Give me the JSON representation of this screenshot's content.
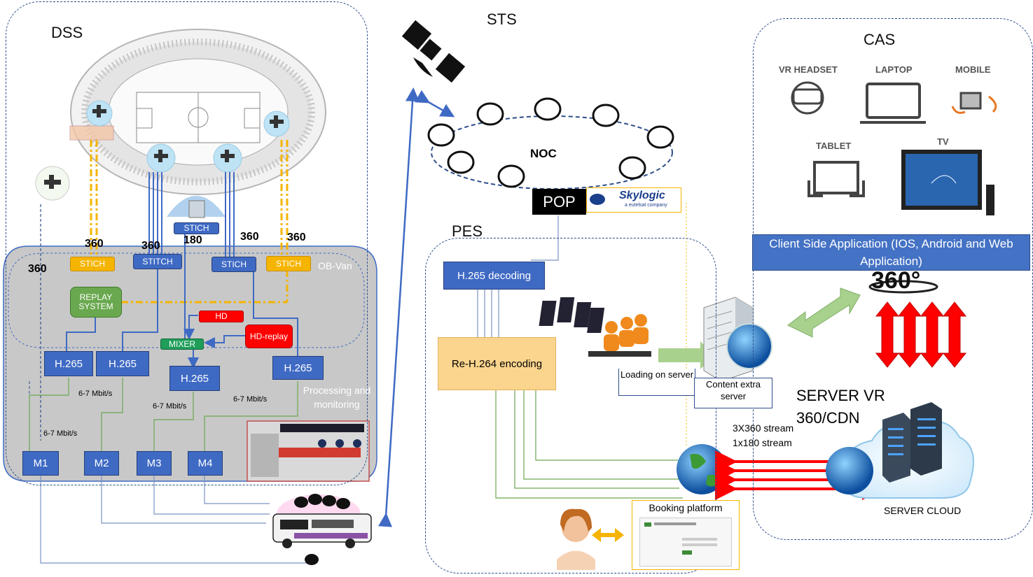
{
  "regions": {
    "dss": "DSS",
    "sts": "STS",
    "cas": "CAS",
    "pes": "PES",
    "ob_van": "OB-Van",
    "noc": "NOC"
  },
  "dss": {
    "numbers": {
      "n360_a": "360",
      "n360_b": "360",
      "n360_c": "360",
      "n360_d": "360",
      "n360_left": "360",
      "n180": "180"
    },
    "stitch": {
      "s1": "STICH",
      "s2": "STITCH",
      "s3": "STICH",
      "s4": "STICH",
      "s5": "STICH"
    },
    "replay_system": "REPLAY SYSTEM",
    "hd": "HD",
    "hd_replay": "HD-replay",
    "mixer": "MIXER",
    "encoders": [
      "H.265",
      "H.265",
      "H.265",
      "H.265"
    ],
    "monitors": [
      "M1",
      "M2",
      "M3",
      "M4"
    ],
    "rates": [
      "6-7 Mbit/s",
      "6-7 Mbit/s",
      "6-7 Mbit/s",
      "6-7 Mbit/s"
    ],
    "processing": "Processing and monitoring"
  },
  "sts": {
    "pop": "POP",
    "skylogic": "Skylogic",
    "skylogic_sub": "a eutelsat company"
  },
  "pes": {
    "decoding": "H.265 decoding",
    "encoding": "Re-H.264 encoding",
    "loading": "Loading on server",
    "content_extra": "Content extra server",
    "booking": "Booking platform"
  },
  "cas": {
    "devices": {
      "vr": "VR HEADSET",
      "laptop": "LAPTOP",
      "mobile": "MOBILE",
      "tablet": "TABLET",
      "tv": "TV"
    },
    "client_app": "Client Side Application (IOS, Android and Web Application)",
    "deg360": "360°",
    "server_vr": "SERVER VR 360/CDN",
    "streams": "3X360 stream\n1x180 stream",
    "server_cloud": "SERVER CLOUD"
  },
  "colors": {
    "blue_box": "#3f6ac4",
    "orange_box": "#f5b400",
    "green_box": "#6aa84f",
    "red_box": "#ff0000",
    "mixer_green": "#1f9e5a",
    "ob_van_fill": "#c8c8c8",
    "encoding_fill": "#fbd58e",
    "client_app_fill": "#4472c4",
    "stream_red": "#ff0000",
    "link_green": "#a9d18e"
  }
}
